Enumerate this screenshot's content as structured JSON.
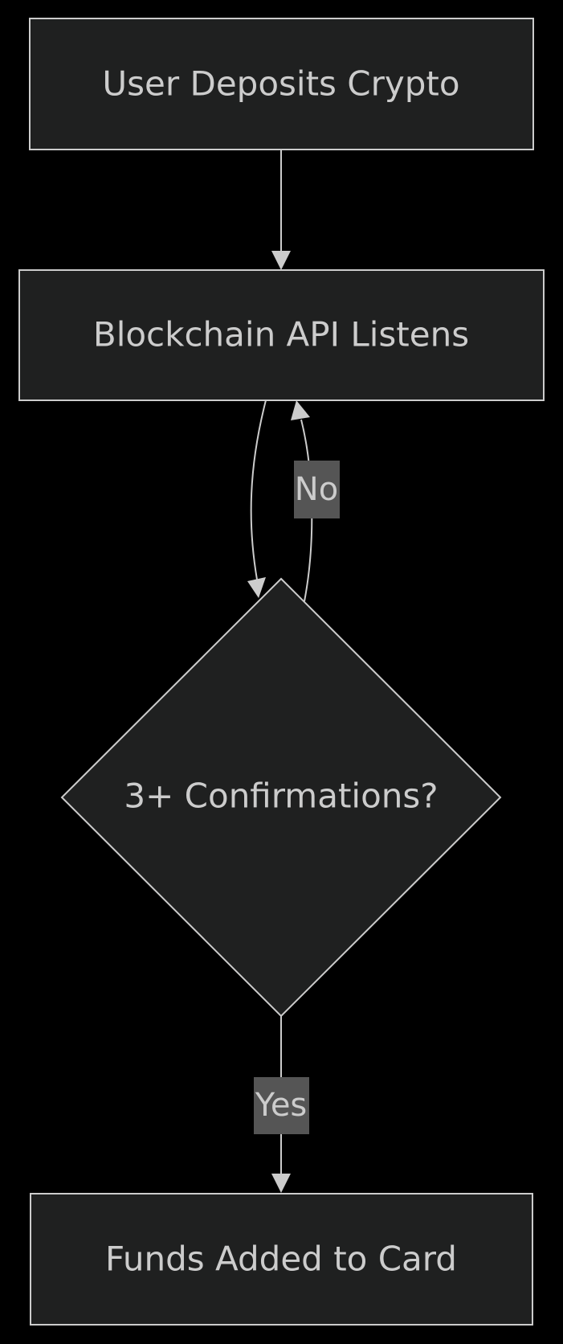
{
  "diagram": {
    "nodes": {
      "deposit": {
        "label": "User Deposits Crypto"
      },
      "listen": {
        "label": "Blockchain API Listens"
      },
      "decision": {
        "label": "3+ Confirmations?"
      },
      "funds": {
        "label": "Funds Added to Card"
      }
    },
    "edges": {
      "no": {
        "label": "No"
      },
      "yes": {
        "label": "Yes"
      }
    }
  },
  "colors": {
    "background": "#000000",
    "node_fill": "#1f2020",
    "stroke": "#cccccc",
    "edge_label_bg": "#555555"
  }
}
